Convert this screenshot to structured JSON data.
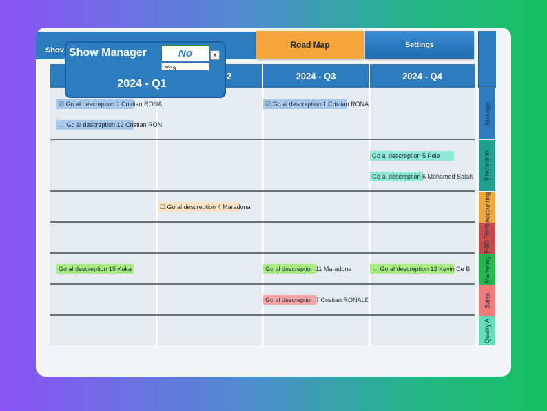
{
  "header": {
    "show_label": "Shov",
    "roadmap_tab": "Road Map",
    "settings_tab": "Settings"
  },
  "quarters": [
    "2024 - Q1",
    "2",
    "2024 - Q3",
    "2024 - Q4"
  ],
  "dropdown": {
    "title": "Show Manager",
    "value": "No",
    "options": [
      "Yes",
      "No"
    ],
    "selected": "No"
  },
  "categories": [
    {
      "label": "Manage",
      "color": "#2e7cc0"
    },
    {
      "label": "Production",
      "color": "#1fa08c"
    },
    {
      "label": "Accounting",
      "color": "#f4a63a"
    },
    {
      "label": "R&D Team",
      "color": "#c84a4a"
    },
    {
      "label": "Marketing",
      "color": "#22b84a"
    },
    {
      "label": "Sales",
      "color": "#f07a7a"
    },
    {
      "label": "Quality A",
      "color": "#5fe0b8"
    }
  ],
  "tasks": [
    {
      "prefix": "☑",
      "text": "Go al descreption 1 Cristian RONA",
      "color": "#a6c8ec"
    },
    {
      "prefix": "☑",
      "text": "Go al descreption 1 Cristian RONA",
      "color": "#a6c8ec"
    },
    {
      "prefix": "↔",
      "text": "Go al descreption 12 Cristian RON",
      "color": "#a6c8ec"
    },
    {
      "prefix": "",
      "text": "Go al descreption 5 Pele",
      "color": "#8fe8d6"
    },
    {
      "prefix": "",
      "text": "Go al descreption 6 Mohamed Salah",
      "color": "#8fe8d6"
    },
    {
      "prefix": "☐",
      "text": "Go al descreption 4 Maradona",
      "color": "#ffe3c0"
    },
    {
      "prefix": "",
      "text": "Go al descreption 15 Kaka",
      "color": "#a6ee7e"
    },
    {
      "prefix": "",
      "text": "Go al descreption 11 Maradona",
      "color": "#a6ee7e"
    },
    {
      "prefix": "↔",
      "text": "Go al descreption 12 Kevin De B",
      "color": "#a6ee7e"
    },
    {
      "prefix": "",
      "text": "Go al descreption 7 Cristian RONALD",
      "color": "#f5a5a5"
    }
  ]
}
